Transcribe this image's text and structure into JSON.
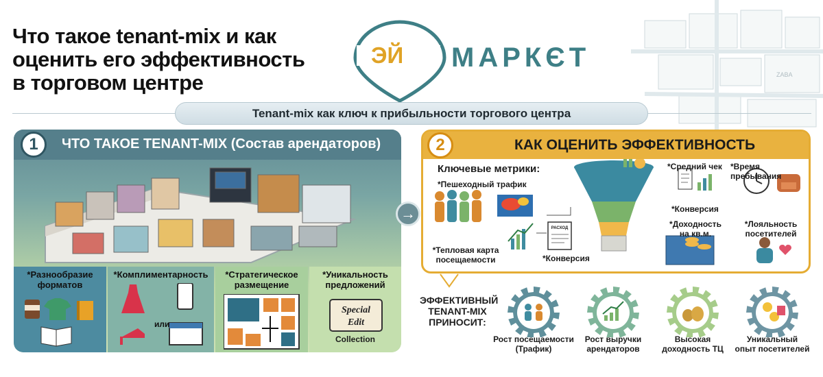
{
  "header": {
    "title_line1": "Что такое tenant-mix и как",
    "title_line2": "оценить его эффективность",
    "title_line3": "в торговом центре",
    "logo_ei": "ЭЙ",
    "logo_word": "МАРКЄТ",
    "subtitle": "Tenant-mix как ключ к прибыльности торгового центра"
  },
  "map": {
    "label_zaba": "ZABA"
  },
  "left_panel": {
    "number": "1",
    "title": "ЧТО ТАКОЕ TENANT-MIX (Состав арендаторов)",
    "categories": [
      {
        "label_line1": "*Разнообразие",
        "label_line2": "форматов"
      },
      {
        "label_line1": "*Комплиментарность",
        "label_line2": "",
        "or_text": "или"
      },
      {
        "label_line1": "*Стратегическое",
        "label_line2": "размещение"
      },
      {
        "label_line1": "*Уникальность",
        "label_line2": "предложений",
        "special_line1": "Special",
        "special_line2": "Edit",
        "collection": "Collection"
      }
    ]
  },
  "right_panel": {
    "number": "2",
    "title": "КАК ОЦЕНИТЬ ЭФФЕКТИВНОСТЬ",
    "metrics_title": "Ключевые метрики:",
    "foot_traffic": "*Пешеходный трафик",
    "heatmap_line1": "*Тепловая карта",
    "heatmap_line2": "посещаемости",
    "conversion_bottom": "*Конверсия",
    "receipt_label": "РАСХОД",
    "avg_check": "*Средний чек",
    "conversion_right": "*Конверсия",
    "yield_line1": "*Доходность",
    "yield_line2": "на кв.м.",
    "dwell_time": "*Время пребывания",
    "loyalty_line1": "*Лояльность",
    "loyalty_line2": "посетителей"
  },
  "effective": {
    "label_line1": "ЭФФЕКТИВНЫЙ",
    "label_line2": "TENANT-MIX",
    "label_line3": "ПРИНОСИТ:",
    "gears": [
      {
        "line1": "Рост посещаемости",
        "line2": "(Трафик)",
        "color": "#5f8f9b"
      },
      {
        "line1": "Рост выручки",
        "line2": "арендаторов",
        "color": "#7fb59a"
      },
      {
        "line1": "Высокая",
        "line2": "доходность ТЦ",
        "color": "#a6cc8a"
      },
      {
        "line1": "Уникальный",
        "line2": "опыт посетителей",
        "color": "#6e95a3"
      }
    ]
  },
  "colors": {
    "teal": "#3e7f86",
    "gold": "#e9b23f",
    "panel_blue": "#557f8b"
  }
}
